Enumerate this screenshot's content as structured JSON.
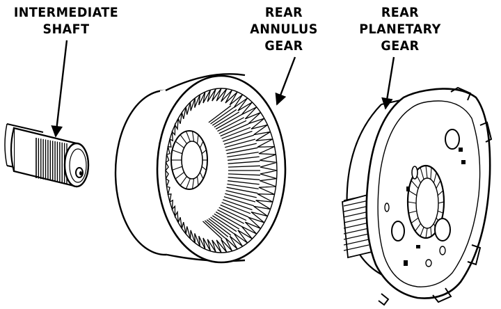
{
  "labels": {
    "intermediate_shaft": [
      "INTERMEDIATE",
      "SHAFT"
    ],
    "rear_annulus_gear": [
      "REAR",
      "ANNULUS",
      "GEAR"
    ],
    "rear_planetary_gear": [
      "REAR",
      "PLANETARY",
      "GEAR"
    ]
  },
  "colors": {
    "ink": "#000000",
    "paper": "#ffffff"
  }
}
